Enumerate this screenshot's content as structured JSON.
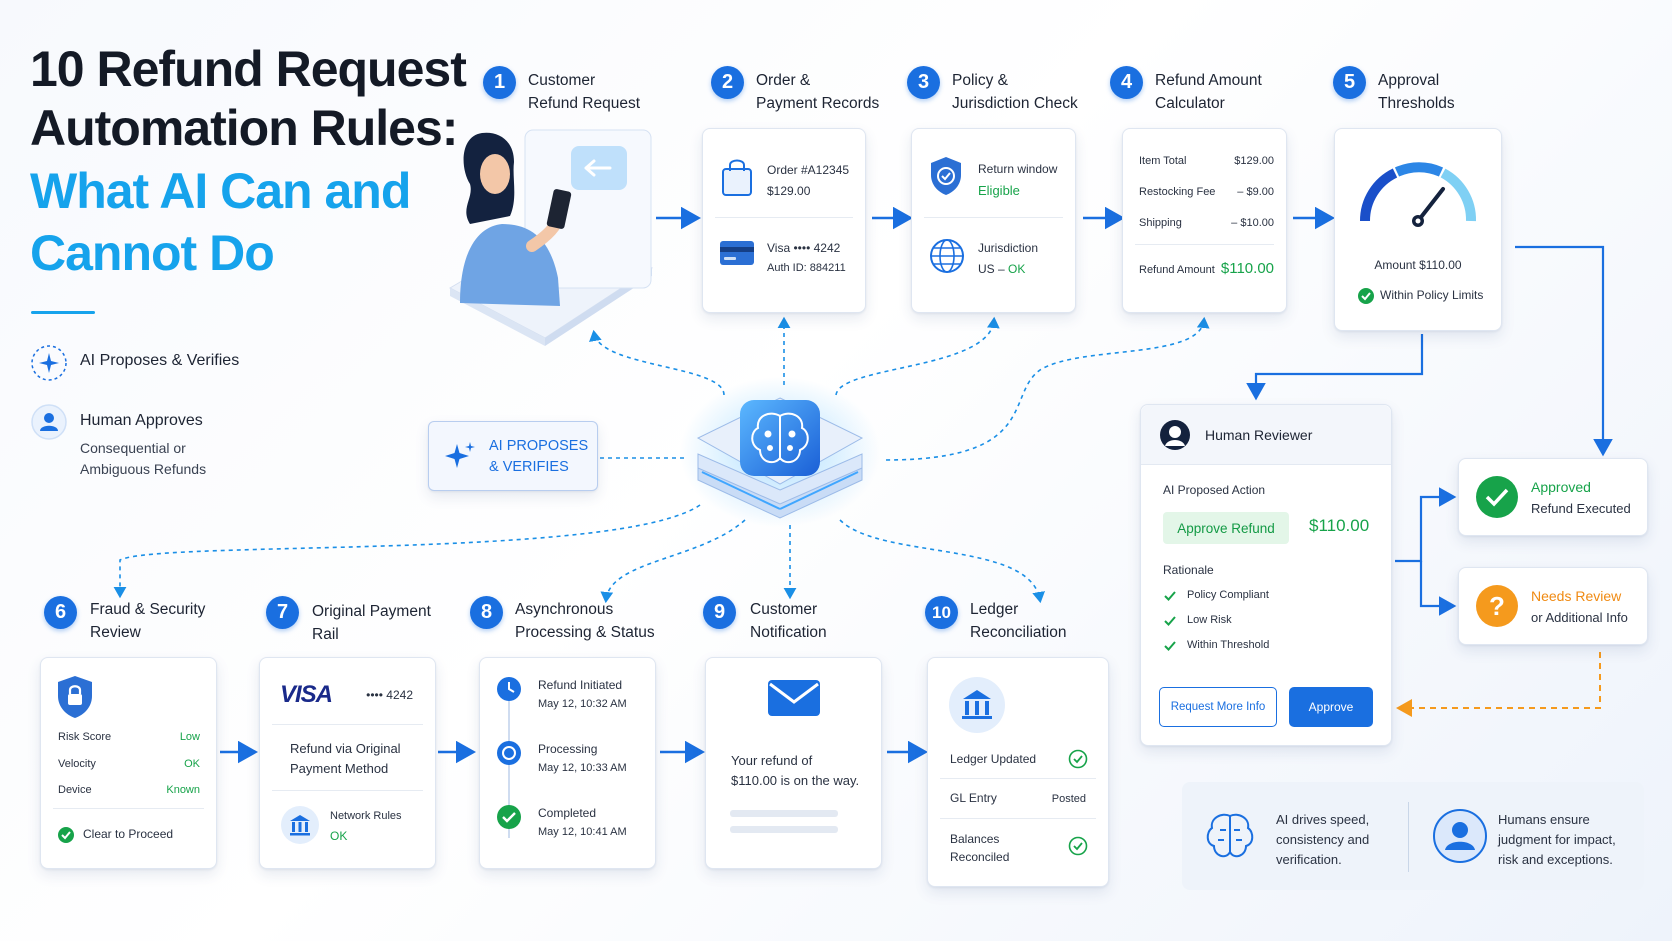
{
  "title": {
    "line1": "10 Refund Request",
    "line2": "Automation Rules:",
    "line3": "What AI Can and",
    "line4": "Cannot Do"
  },
  "legend": {
    "ai_label": "AI Proposes & Verifies",
    "human_label": "Human Approves",
    "human_sub1": "Consequential or",
    "human_sub2": "Ambiguous Refunds"
  },
  "ai_box": {
    "line1": "AI PROPOSES",
    "line2": "& VERIFIES"
  },
  "steps": [
    {
      "num": "1",
      "title1": "Customer",
      "title2": "Refund Request"
    },
    {
      "num": "2",
      "title1": "Order &",
      "title2": "Payment Records",
      "order": "Order #A12345",
      "amount": "$129.00",
      "card": "Visa •••• 4242",
      "auth": "Auth ID: 884211"
    },
    {
      "num": "3",
      "title1": "Policy &",
      "title2": "Jurisdiction Check",
      "window": "Return window",
      "eligible": "Eligible",
      "jurisdiction": "Jurisdiction",
      "us": "US –",
      "ok": "OK"
    },
    {
      "num": "4",
      "title1": "Refund Amount",
      "title2": "Calculator",
      "rows": [
        {
          "label": "Item Total",
          "value": "$129.00"
        },
        {
          "label": "Restocking Fee",
          "value": "– $9.00"
        },
        {
          "label": "Shipping",
          "value": "– $10.00"
        }
      ],
      "total_label": "Refund Amount",
      "total_value": "$110.00"
    },
    {
      "num": "5",
      "title1": "Approval",
      "title2": "Thresholds",
      "amount": "Amount $110.00",
      "within": "Within Policy Limits"
    },
    {
      "num": "6",
      "title1": "Fraud & Security",
      "title2": "Review",
      "rows": [
        {
          "label": "Risk Score",
          "value": "Low"
        },
        {
          "label": "Velocity",
          "value": "OK"
        },
        {
          "label": "Device",
          "value": "Known"
        }
      ],
      "clear": "Clear to Proceed"
    },
    {
      "num": "7",
      "title1": "Original Payment",
      "title2": "Rail",
      "visa": "VISA",
      "card": "•••• 4242",
      "via1": "Refund via Original",
      "via2": "Payment Method",
      "network": "Network Rules",
      "ok": "OK"
    },
    {
      "num": "8",
      "title1": "Asynchronous",
      "title2": "Processing & Status",
      "items": [
        {
          "label": "Refund Initiated",
          "time": "May 12, 10:32 AM"
        },
        {
          "label": "Processing",
          "time": "May 12, 10:33 AM"
        },
        {
          "label": "Completed",
          "time": "May 12, 10:41 AM"
        }
      ]
    },
    {
      "num": "9",
      "title1": "Customer",
      "title2": "Notification",
      "msg1": "Your refund of",
      "msg2": "$110.00 is on the way."
    },
    {
      "num": "10",
      "title1": "Ledger",
      "title2": "Reconciliation",
      "ledger": "Ledger Updated",
      "gl": "GL Entry",
      "posted": "Posted",
      "bal1": "Balances",
      "bal2": "Reconciled"
    }
  ],
  "reviewer": {
    "title": "Human Reviewer",
    "proposed": "AI Proposed Action",
    "approve_pill": "Approve Refund",
    "amount": "$110.00",
    "rationale": "Rationale",
    "reasons": [
      "Policy Compliant",
      "Low Risk",
      "Within Threshold"
    ],
    "request_btn": "Request More Info",
    "approve_btn": "Approve"
  },
  "outcomes": {
    "approved1": "Approved",
    "approved2": "Refund Executed",
    "review1": "Needs Review",
    "review2": "or Additional Info"
  },
  "footer": {
    "ai1": "AI drives speed,",
    "ai2": "consistency and",
    "ai3": "verification.",
    "h1": "Humans ensure",
    "h2": "judgment for impact,",
    "h3": "risk and exceptions."
  },
  "colors": {
    "primary": "#1a6fe0",
    "accent": "#16a3ec",
    "success": "#17a34a",
    "warning": "#f59a1d"
  }
}
